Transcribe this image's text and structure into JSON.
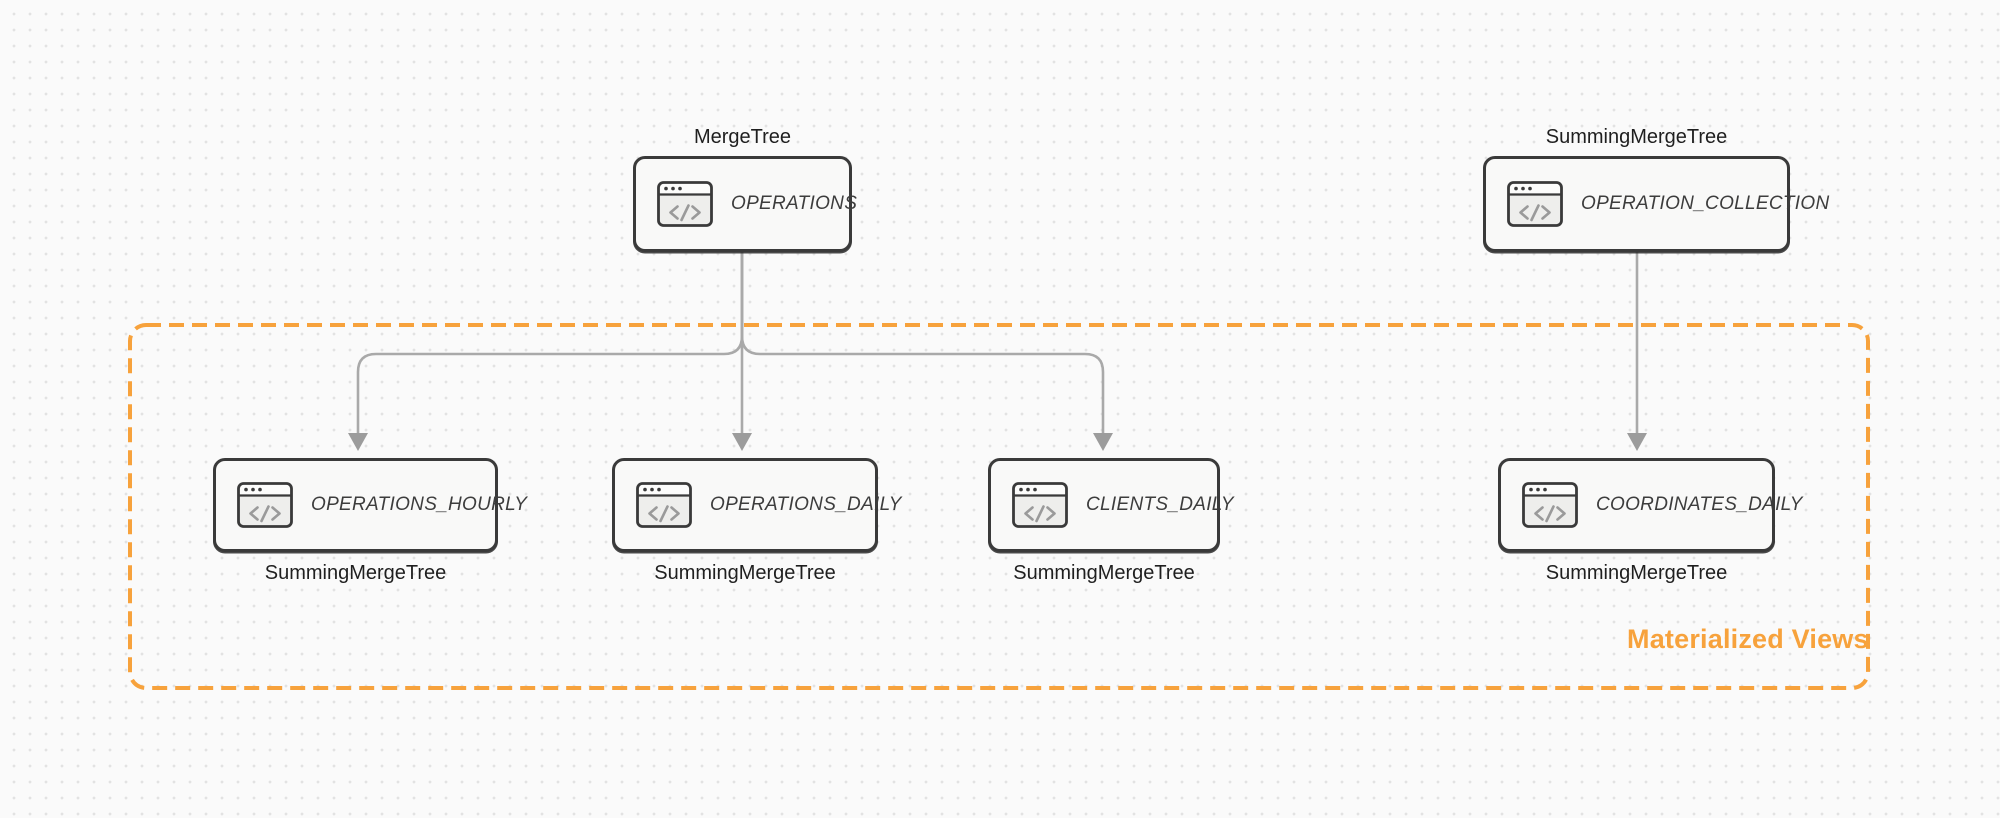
{
  "canvas": {
    "background": "#fafafa",
    "dot_color": "#e2e2e2"
  },
  "diagram": {
    "group": {
      "label": "Materialized Views",
      "color": "#f7a23c"
    },
    "icon": {
      "name": "code-window-icon",
      "glyph": "</>"
    },
    "nodes": [
      {
        "id": "operations",
        "label": "OPERATIONS",
        "engine": "MergeTree"
      },
      {
        "id": "operation_collection",
        "label": "OPERATION_COLLECTION",
        "engine": "SummingMergeTree"
      },
      {
        "id": "operations_hourly",
        "label": "OPERATIONS_HOURLY",
        "engine": "SummingMergeTree"
      },
      {
        "id": "operations_daily",
        "label": "OPERATIONS_DAILY",
        "engine": "SummingMergeTree"
      },
      {
        "id": "clients_daily",
        "label": "CLIENTS_DAILY",
        "engine": "SummingMergeTree"
      },
      {
        "id": "coordinates_daily",
        "label": "COORDINATES_DAILY",
        "engine": "SummingMergeTree"
      }
    ],
    "edges": [
      {
        "from": "OPERATIONS",
        "to": "OPERATIONS_HOURLY"
      },
      {
        "from": "OPERATIONS",
        "to": "OPERATIONS_DAILY"
      },
      {
        "from": "OPERATIONS",
        "to": "CLIENTS_DAILY"
      },
      {
        "from": "OPERATION_COLLECTION",
        "to": "COORDINATES_DAILY"
      }
    ],
    "colors": {
      "node_border": "#3a3a3a",
      "node_fill": "#f9f9f8",
      "arrow": "#a9a9a9",
      "accent": "#f7a23c",
      "node_label_text": "#3d3d3d",
      "engine_label_text": "#1f1f1f"
    }
  }
}
